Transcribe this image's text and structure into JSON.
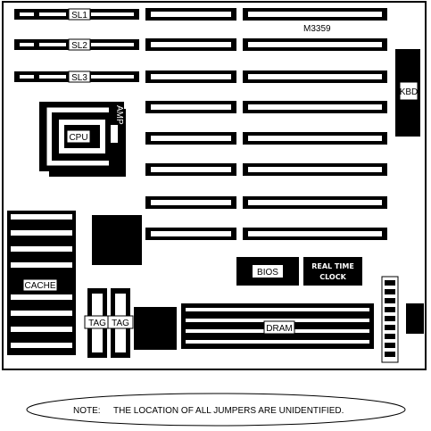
{
  "board": {
    "model": "M3359",
    "slots": {
      "sl1": "SL1",
      "sl2": "SL2",
      "sl3": "SL3"
    },
    "cpu": "CPU",
    "amp": "AMP",
    "kbd": "KBD",
    "cache": "CACHE",
    "tag1": "TAG",
    "tag2": "TAG",
    "dram": "DRAM",
    "bios": "BIOS",
    "rtc_line1": "REAL TIME",
    "rtc_line2": "CLOCK"
  },
  "note": {
    "label": "NOTE:",
    "text": "THE LOCATION OF ALL JUMPERS ARE UNIDENTIFIED."
  }
}
